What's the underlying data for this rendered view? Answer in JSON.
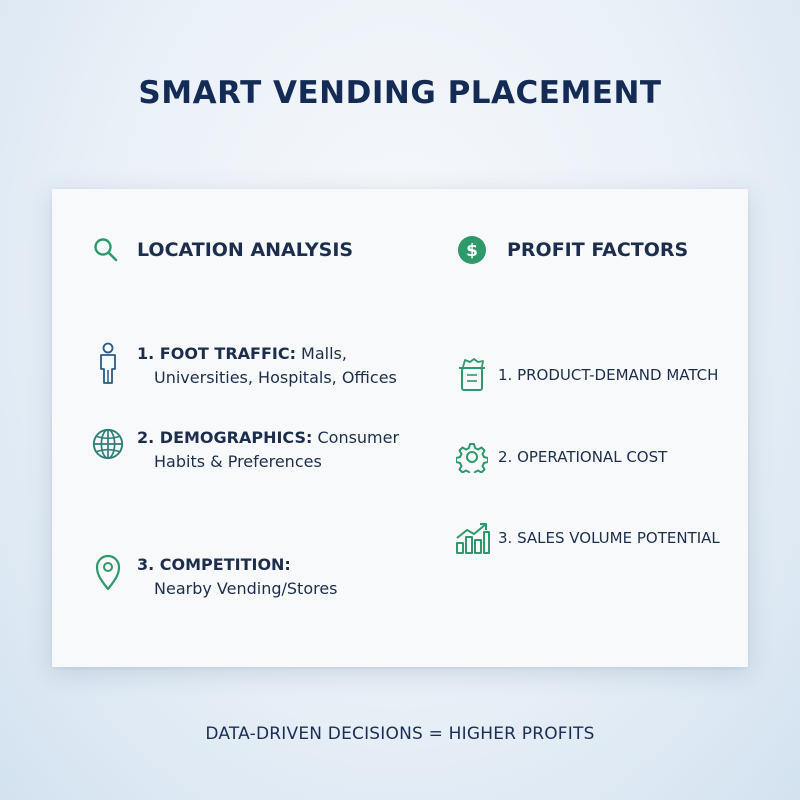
{
  "title": "SMART VENDING PLACEMENT",
  "location_analysis": {
    "heading": "LOCATION ANALYSIS",
    "items": [
      {
        "num_label": "1. FOOT TRAFFIC:",
        "text1": " Malls,",
        "text2": "Universities, Hospitals, Offices",
        "icon": "person-icon"
      },
      {
        "num_label": "2. DEMOGRAPHICS:",
        "text1": " Consumer",
        "text2": "Habits & Preferences",
        "icon": "globe-icon"
      },
      {
        "num_label": "3. COMPETITION:",
        "text1": "",
        "text2": "Nearby Vending/Stores",
        "icon": "map-pin-icon"
      }
    ]
  },
  "profit_factors": {
    "heading": "PROFIT FACTORS",
    "items": [
      {
        "text": "1. PRODUCT-DEMAND MATCH",
        "icon": "snack-box-icon"
      },
      {
        "text": "2. OPERATIONAL COST",
        "icon": "gear-icon"
      },
      {
        "text": "3. SALES VOLUME POTENTIAL",
        "icon": "growth-chart-icon"
      }
    ]
  },
  "footer": "DATA-DRIVEN DECISIONS = HIGHER PROFITS",
  "colors": {
    "accent_green": "#2e9a6b",
    "navy": "#142b55",
    "icon_blue": "#2a5a86"
  }
}
